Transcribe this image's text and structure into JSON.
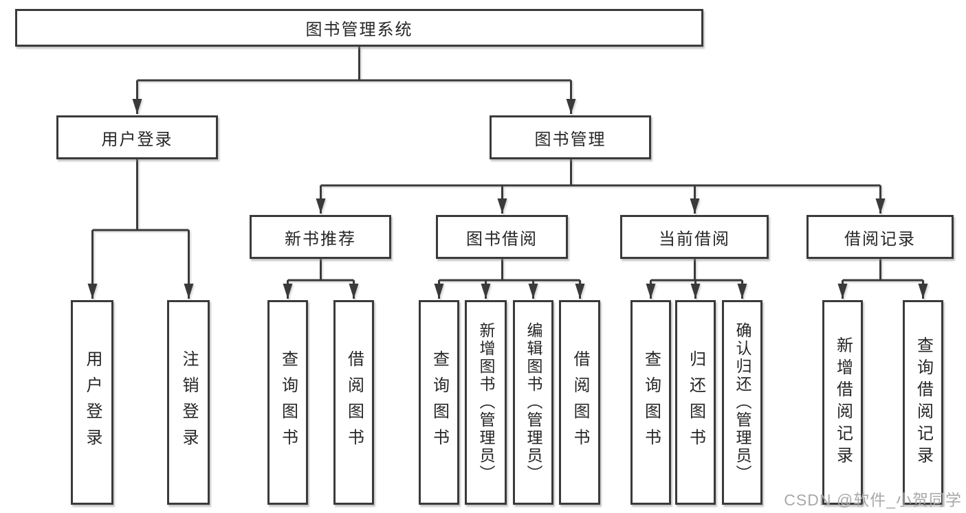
{
  "title": "图书管理系统",
  "watermark": {
    "text": "CSDN @软件_小贺同学"
  },
  "colors": {
    "line": "#3a3a3a",
    "text": "#262626",
    "background": "#ffffff",
    "watermark": "#a9a9a9"
  },
  "tree": {
    "root": {
      "label": "图书管理系统"
    },
    "children": [
      {
        "label": "用户登录",
        "children": [
          {
            "label": "用户登录"
          },
          {
            "label": "注销登录"
          }
        ]
      },
      {
        "label": "图书管理",
        "children": [
          {
            "label": "新书推荐",
            "children": [
              {
                "label": "查询图书"
              },
              {
                "label": "借阅图书"
              }
            ]
          },
          {
            "label": "图书借阅",
            "children": [
              {
                "label": "查询图书"
              },
              {
                "label": "新增图书（管理员）"
              },
              {
                "label": "编辑图书（管理员）"
              },
              {
                "label": "借阅图书"
              }
            ]
          },
          {
            "label": "当前借阅",
            "children": [
              {
                "label": "查询图书"
              },
              {
                "label": "归还图书"
              },
              {
                "label": "确认归还（管理员）"
              }
            ]
          },
          {
            "label": "借阅记录",
            "children": [
              {
                "label": "新增借阅记录"
              },
              {
                "label": "查询借阅记录"
              }
            ]
          }
        ]
      }
    ]
  }
}
